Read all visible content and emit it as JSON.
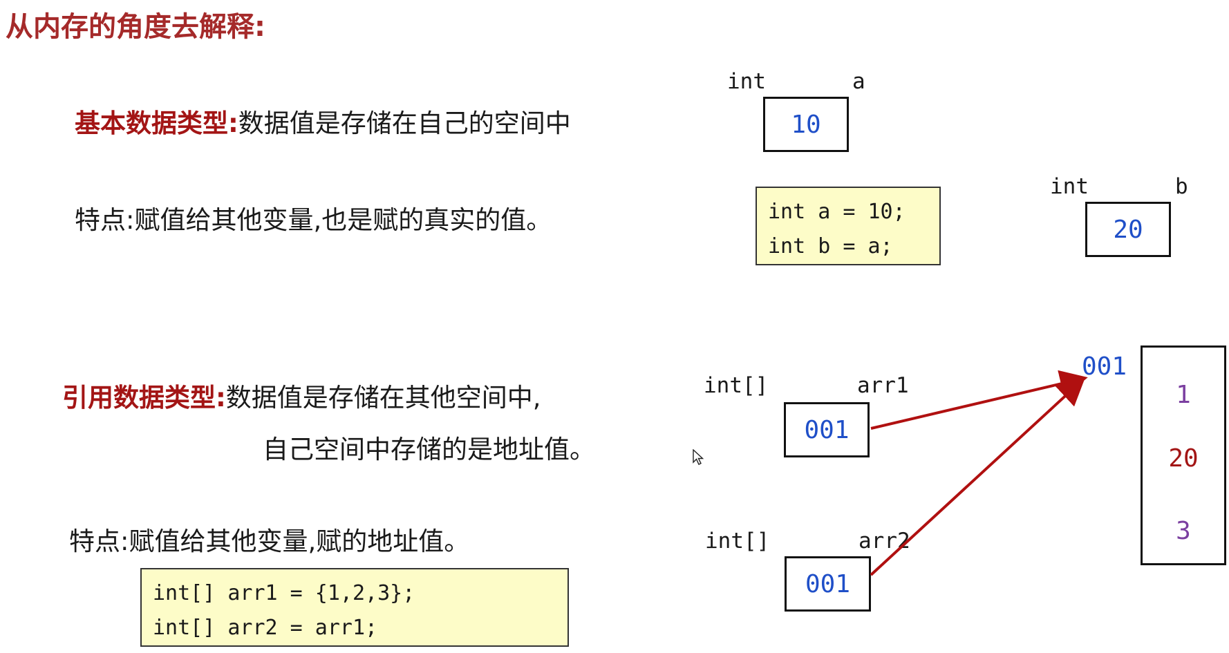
{
  "title": "从内存的角度去解释:",
  "basic": {
    "heading": "基本数据类型:",
    "desc": "数据值是存储在自己的空间中",
    "feature": "特点:赋值给其他变量,也是赋的真实的值。",
    "code": [
      "int a = 10;",
      "int b = a;"
    ],
    "var_a": {
      "type": "int",
      "name": "a",
      "value": "10"
    },
    "var_b": {
      "type": "int",
      "name": "b",
      "value": "20"
    }
  },
  "reference": {
    "heading": "引用数据类型:",
    "desc1": "数据值是存储在其他空间中,",
    "desc2": "自己空间中存储的是地址值。",
    "feature": "特点:赋值给其他变量,赋的地址值。",
    "code": [
      "int[] arr1 = {1,2,3};",
      "int[] arr2 = arr1;"
    ],
    "arr1": {
      "type": "int[]",
      "name": "arr1",
      "value": "001"
    },
    "arr2": {
      "type": "int[]",
      "name": "arr2",
      "value": "001"
    },
    "heap": {
      "address": "001",
      "values": [
        "1",
        "20",
        "3"
      ]
    }
  },
  "colors": {
    "title": "#a52a2a",
    "highlight": "#a31515",
    "value_blue": "#1f4fc8",
    "arrow": "#b01010",
    "heap_purple": "#7b3fa0",
    "heap_red": "#a31515",
    "code_bg": "#fdfcc8"
  }
}
